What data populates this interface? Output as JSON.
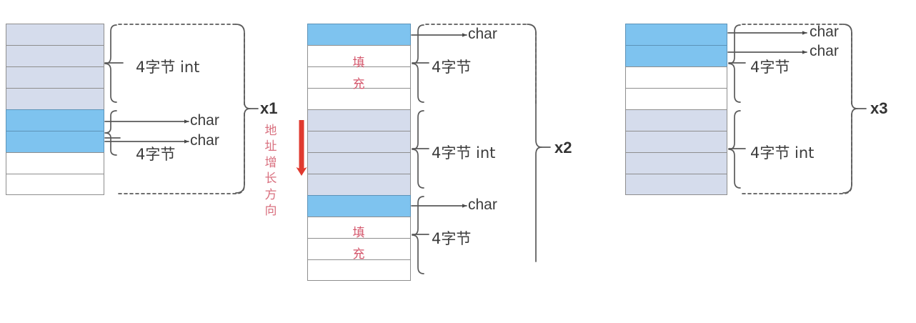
{
  "diagram": {
    "title": "C struct memory alignment layout comparison",
    "colors": {
      "int_cell": "#d5dcec",
      "char_cell": "#7ec3ef",
      "empty_cell": "#ffffff",
      "cell_border": "#8e8e8e",
      "padding_text": "#d4566b",
      "arrow_red": "#e03a2f",
      "label_text": "#3c3c3c"
    },
    "axis_note": {
      "text": "地址增长方向",
      "chars": [
        "地",
        "址",
        "增",
        "长",
        "方",
        "向"
      ],
      "arrow": "down-arrow"
    },
    "columns": [
      {
        "id": "x1",
        "group_label": "x1",
        "cells": [
          {
            "type": "int",
            "label": ""
          },
          {
            "type": "int",
            "label": ""
          },
          {
            "type": "int",
            "label": ""
          },
          {
            "type": "int",
            "label": ""
          },
          {
            "type": "chr",
            "label": ""
          },
          {
            "type": "chr",
            "label": ""
          },
          {
            "type": "empty",
            "label": ""
          },
          {
            "type": "empty",
            "label": ""
          }
        ],
        "annotations": [
          {
            "kind": "brace",
            "text": "4字节  int"
          },
          {
            "kind": "arrow",
            "text": "char"
          },
          {
            "kind": "arrow",
            "text": "char"
          },
          {
            "kind": "brace",
            "text": "4字节"
          }
        ]
      },
      {
        "id": "x2",
        "group_label": "x2",
        "cells": [
          {
            "type": "chr",
            "label": ""
          },
          {
            "type": "pad",
            "label": ""
          },
          {
            "type": "pad",
            "label": "填"
          },
          {
            "type": "pad",
            "label": "充"
          },
          {
            "type": "int",
            "label": ""
          },
          {
            "type": "int",
            "label": ""
          },
          {
            "type": "int",
            "label": ""
          },
          {
            "type": "int",
            "label": ""
          },
          {
            "type": "chr",
            "label": ""
          },
          {
            "type": "pad",
            "label": ""
          },
          {
            "type": "pad",
            "label": "填"
          },
          {
            "type": "pad",
            "label": "充"
          }
        ],
        "annotations": [
          {
            "kind": "arrow",
            "text": "char"
          },
          {
            "kind": "brace",
            "text": "4字节"
          },
          {
            "kind": "brace",
            "text": "4字节  int"
          },
          {
            "kind": "arrow",
            "text": "char"
          },
          {
            "kind": "brace",
            "text": "4字节"
          }
        ]
      },
      {
        "id": "x3",
        "group_label": "x3",
        "cells": [
          {
            "type": "chr",
            "label": ""
          },
          {
            "type": "chr",
            "label": ""
          },
          {
            "type": "empty",
            "label": ""
          },
          {
            "type": "empty",
            "label": ""
          },
          {
            "type": "int",
            "label": ""
          },
          {
            "type": "int",
            "label": ""
          },
          {
            "type": "int",
            "label": ""
          },
          {
            "type": "int",
            "label": ""
          }
        ],
        "annotations": [
          {
            "kind": "arrow",
            "text": "char"
          },
          {
            "kind": "arrow",
            "text": "char"
          },
          {
            "kind": "brace",
            "text": "4字节"
          },
          {
            "kind": "brace",
            "text": "4字节  int"
          }
        ]
      }
    ],
    "labels": {
      "c1_int": "4字节  int",
      "c1_char_a": "char",
      "c1_char_b": "char",
      "c1_four": "4字节",
      "c1_group": "x1",
      "c2_char_a": "char",
      "c2_four_a": "4字节",
      "c2_int": "4字节  int",
      "c2_char_b": "char",
      "c2_four_b": "4字节",
      "c2_group": "x2",
      "c2_pad_a1": "填",
      "c2_pad_a2": "充",
      "c2_pad_b1": "填",
      "c2_pad_b2": "充",
      "c3_char_a": "char",
      "c3_char_b": "char",
      "c3_four": "4字节",
      "c3_int": "4字节  int",
      "c3_group": "x3",
      "axis_1": "地",
      "axis_2": "址",
      "axis_3": "增",
      "axis_4": "长",
      "axis_5": "方",
      "axis_6": "向"
    }
  }
}
